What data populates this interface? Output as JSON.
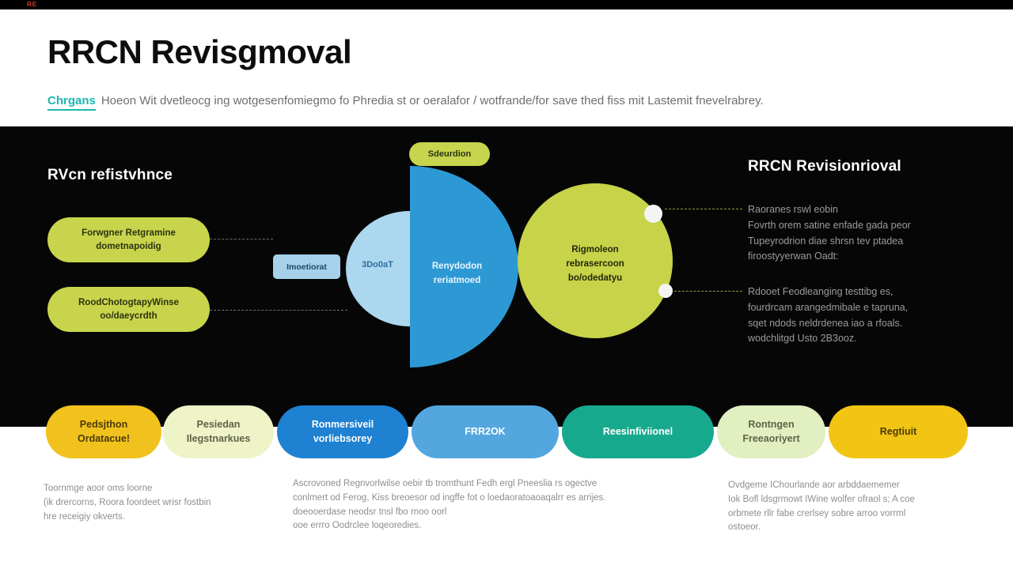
{
  "topbar": {
    "brand": "RE"
  },
  "header": {
    "title": "RRCN Revisgmoval",
    "subtitle_link": "Chrgans",
    "subtitle_text": "Hoeon Wit dvetleocg ing wotgesenfomiegmo fo Phredia st or oeralafor / wotfrande/for save thed fiss mit Lastemit fnevelrabrey."
  },
  "diagram": {
    "left_heading": "RVcn refistvhnce",
    "pill_top": "Forwgner Retgramine\ndometnapoidig",
    "pill_bottom": "RoodChotogtapyWinse\noo/daeycrdth",
    "seed_label": "Sdeurdion",
    "input_label": "Imoetiorat",
    "stage_label": "3Do0aT",
    "blue_label": "Renydodon\nreriatmoed",
    "circle_label": "Rigmoleon\nrebrasercoon\nbo/odedatyu",
    "right_heading": "RRCN Revisionrioval",
    "right_block_1": "Raoranes rswl eobin\nFovrth orem satine enfade gada peor\nTupeyrodrion diae shrsn tev ptadea\nfiroostyyerwan Oadt:",
    "right_block_2": "Rdooet Feodleanging testtibg es,\nfourdrcam arangedmibale e tapruna,\nsqet ndods neldrdenea iao a rfoals.\nwodchlitgd Usto 2B3ooz.",
    "colors": {
      "chartreuse": "#c8d44c",
      "process_blue": "#2d99d4",
      "light_blue": "#abd7ef",
      "panel_black": "#060606",
      "accent_teal": "#19b8b0"
    }
  },
  "pills": [
    {
      "label": "Pedsjthon\nOrdatacue!",
      "bg": "#f1c21d",
      "fg": "#4b3a06"
    },
    {
      "label": "Pesiedan\nIlegstnarkues",
      "bg": "#eef3c8",
      "fg": "#606347"
    },
    {
      "label": "Ronmersiveil\nvorliebsorey",
      "bg": "#1e81d2",
      "fg": "#ffffff"
    },
    {
      "label": "FRR2OK",
      "bg": "#53a7de",
      "fg": "#ffffff"
    },
    {
      "label": "Reesinfiviionel",
      "bg": "#17a98d",
      "fg": "#ffffff"
    },
    {
      "label": "Rontngen\nFreeaoriyert",
      "bg": "#e2efc0",
      "fg": "#606347"
    },
    {
      "label": "Regtiuit",
      "bg": "#f2c514",
      "fg": "#4b3a06"
    }
  ],
  "footer": [
    {
      "text": "Toornmge aoor oms loorne\n(ik drercorns, Roora foordeet wrisr fostbin\nhre receigiy okverts."
    },
    {
      "text": "Ascrovoned Regnvorlwilse oebir tb tromthunt Fedh ergl Pneeslia rs ogectve\nconlmert od Ferog, Kiss breoesor od ingffe fot o loedaoratoaoaqalrr es arrijes.\ndoeooerdase neodsr tnsl fbo rnoo oorl\nooe errro Oodrclee loqeoredies."
    },
    {
      "text": "Ovdgeme IChourlande aor arbddaememer\nIok Bofl ldsgrmowt IWine wolfer ofraol s; A coe\norbmete rllr fabe crerlsey sobre arroo vorrml\nostoeor."
    }
  ]
}
